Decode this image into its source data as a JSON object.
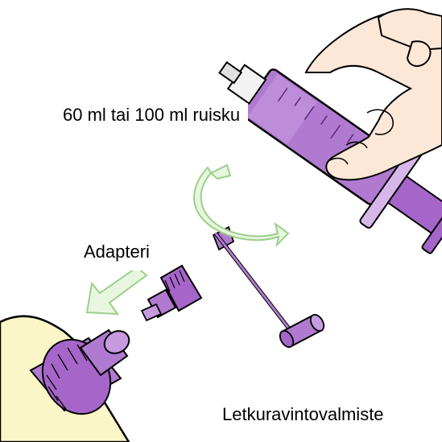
{
  "labels": {
    "syringe": "60 ml tai 100 ml ruisku",
    "adapter": "Adapteri",
    "product": "Letkuravintovalmiste"
  },
  "colors": {
    "purple_fill": "#b07ad0",
    "purple_dark": "#7b3f9c",
    "purple_light": "#d7b7ea",
    "skin": "#fde8d8",
    "bag": "#fbf6c8",
    "arrow_green": "#e8f6e0",
    "arrow_outline": "#9bcf8a",
    "outline": "#000000"
  },
  "icons": {
    "hand": "hand-holding-syringe",
    "rotate": "rotate-arrows-icon",
    "direction": "down-left-arrow-icon"
  }
}
